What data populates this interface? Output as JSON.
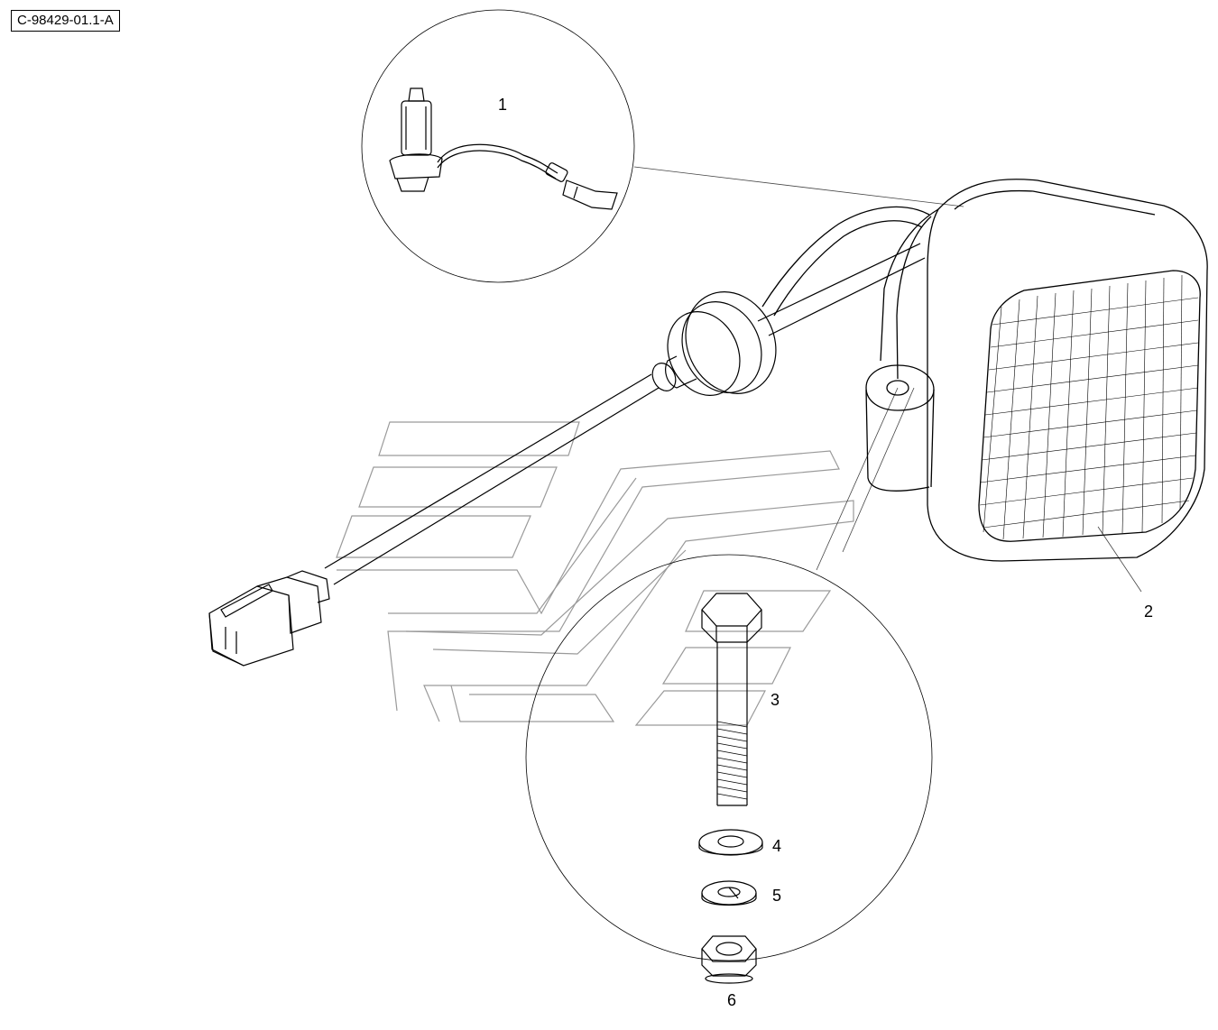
{
  "figure_id": "C-98429-01.1-A",
  "callouts": [
    {
      "id": "1",
      "label": "1",
      "part": "bulb-with-wire-lead"
    },
    {
      "id": "2",
      "label": "2",
      "part": "work-lamp-assembly"
    },
    {
      "id": "3",
      "label": "3",
      "part": "hex-bolt"
    },
    {
      "id": "4",
      "label": "4",
      "part": "flat-washer"
    },
    {
      "id": "5",
      "label": "5",
      "part": "lock-washer"
    },
    {
      "id": "6",
      "label": "6",
      "part": "hex-nut"
    }
  ],
  "colors": {
    "line": "#000000",
    "leader": "#444444",
    "watermark": "#9a9a9a",
    "background": "#ffffff"
  }
}
